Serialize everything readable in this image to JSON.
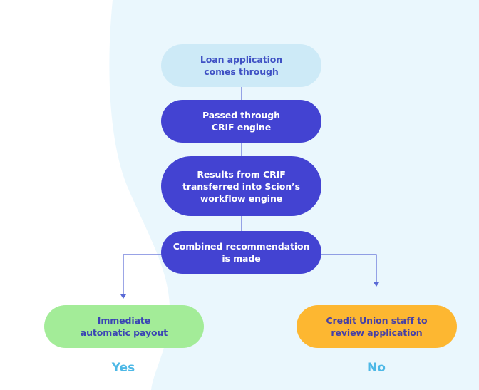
{
  "flowchart": {
    "nodes": {
      "start": "Loan application\ncomes through",
      "crif": "Passed through\nCRIF engine",
      "results": "Results from CRIF\ntransferred into Scion’s\nworkflow engine",
      "combined": "Combined recommendation\nis made",
      "yes_outcome": "Immediate\nautomatic payout",
      "no_outcome": "Credit Union staff to\nreview application"
    },
    "branch_labels": {
      "yes": "Yes",
      "no": "No"
    }
  },
  "colors": {
    "background_tint": "#eaf7fd",
    "start_node": "#cdeaf7",
    "process_node": "#4343d2",
    "yes_node": "#a3ec98",
    "no_node": "#fdb731",
    "connector": "#5a6ad6",
    "branch_label": "#4db8e6"
  }
}
